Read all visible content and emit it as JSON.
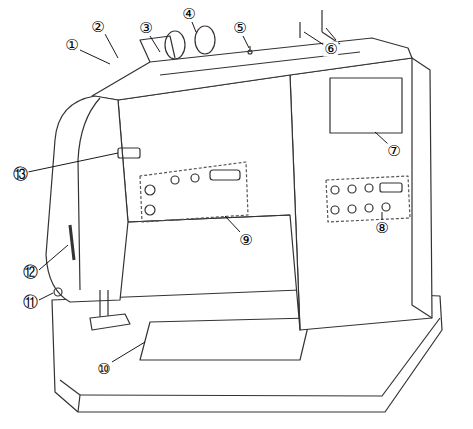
{
  "diagram": {
    "labels": [
      "①",
      "②",
      "③",
      "④",
      "⑤",
      "⑥",
      "⑦",
      "⑧",
      "⑨",
      "⑩",
      "⑪",
      "⑫",
      "⑬"
    ]
  }
}
